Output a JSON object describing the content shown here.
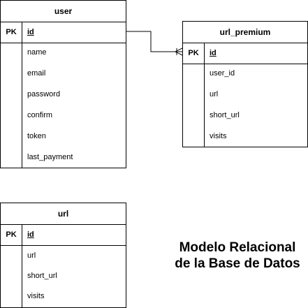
{
  "tables": {
    "user": {
      "name": "user",
      "pk_label": "PK",
      "pk_field": "id",
      "fields": [
        "name",
        "email",
        "password",
        "confirm",
        "token",
        "last_payment"
      ]
    },
    "url_premium": {
      "name": "url_premium",
      "pk_label": "PK",
      "pk_field": "id",
      "fields": [
        "user_id",
        "url",
        "short_url",
        "visits"
      ]
    },
    "url": {
      "name": "url",
      "pk_label": "PK",
      "pk_field": "id",
      "fields": [
        "url",
        "short_url",
        "visits"
      ]
    }
  },
  "title": {
    "line1": "Modelo Relacional",
    "line2": "de la Base de Datos"
  }
}
